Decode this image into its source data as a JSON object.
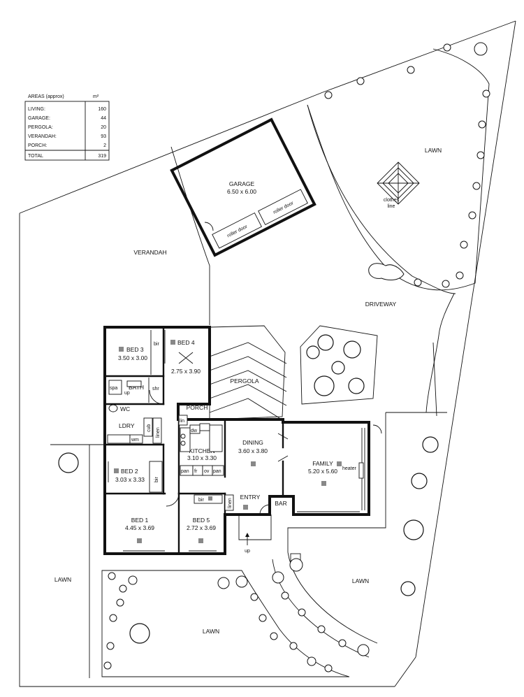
{
  "areas_table": {
    "header": "AREAS (approx)",
    "unit": "m²",
    "rows": [
      {
        "label": "LIVING:",
        "value": "160"
      },
      {
        "label": "GARAGE:",
        "value": "44"
      },
      {
        "label": "PERGOLA:",
        "value": "20"
      },
      {
        "label": "VERANDAH:",
        "value": "93"
      },
      {
        "label": "PORCH:",
        "value": "2"
      }
    ],
    "total": {
      "label": "TOTAL",
      "value": "319"
    }
  },
  "garage": {
    "name": "GARAGE",
    "size": "6.50 x 6.00",
    "door_left": "roller door",
    "door_right": "roller door"
  },
  "outdoor": {
    "lawn_ne": "LAWN",
    "clothes_line": [
      "clothes",
      "line"
    ],
    "verandah": "VERANDAH",
    "driveway": "DRIVEWAY",
    "pergola": "PERGOLA",
    "porch": "PORCH",
    "lawn_w": "LAWN",
    "lawn_s": "LAWN",
    "lawn_se": "LAWN",
    "up": "up"
  },
  "rooms": {
    "bed3": {
      "name": "BED 3",
      "size": "3.50 x 3.00"
    },
    "bed4": {
      "name": "BED 4",
      "size": "2.75 x 3.90"
    },
    "bath": {
      "name": "BATH",
      "up": "up",
      "spa": "spa",
      "shr": "shr"
    },
    "wc": "WC",
    "ldry": {
      "name": "LDRY",
      "wm": "wm"
    },
    "bed2": {
      "name": "BED 2",
      "size": "3.03 x 3.33"
    },
    "bed1": {
      "name": "BED 1",
      "size": "4.45 x 3.69"
    },
    "bed5": {
      "name": "BED 5",
      "size": "2.72 x 3.69"
    },
    "kitchen": {
      "name": "KITCHEN",
      "size": "3.10 x 3.30",
      "dw": "dw",
      "pan1": "pan",
      "fr": "fr",
      "ov": "ov",
      "pan2": "pan"
    },
    "dining": {
      "name": "DINING",
      "size": "3.60 x 3.80"
    },
    "family": {
      "name": "FAMILY",
      "size": "5.20 x 5.60",
      "heater": "heater"
    },
    "entry": "ENTRY",
    "bar": "BAR"
  },
  "fixtures": {
    "bir": "bir",
    "lin": "lin",
    "linen": "linen",
    "cub": "cub"
  }
}
